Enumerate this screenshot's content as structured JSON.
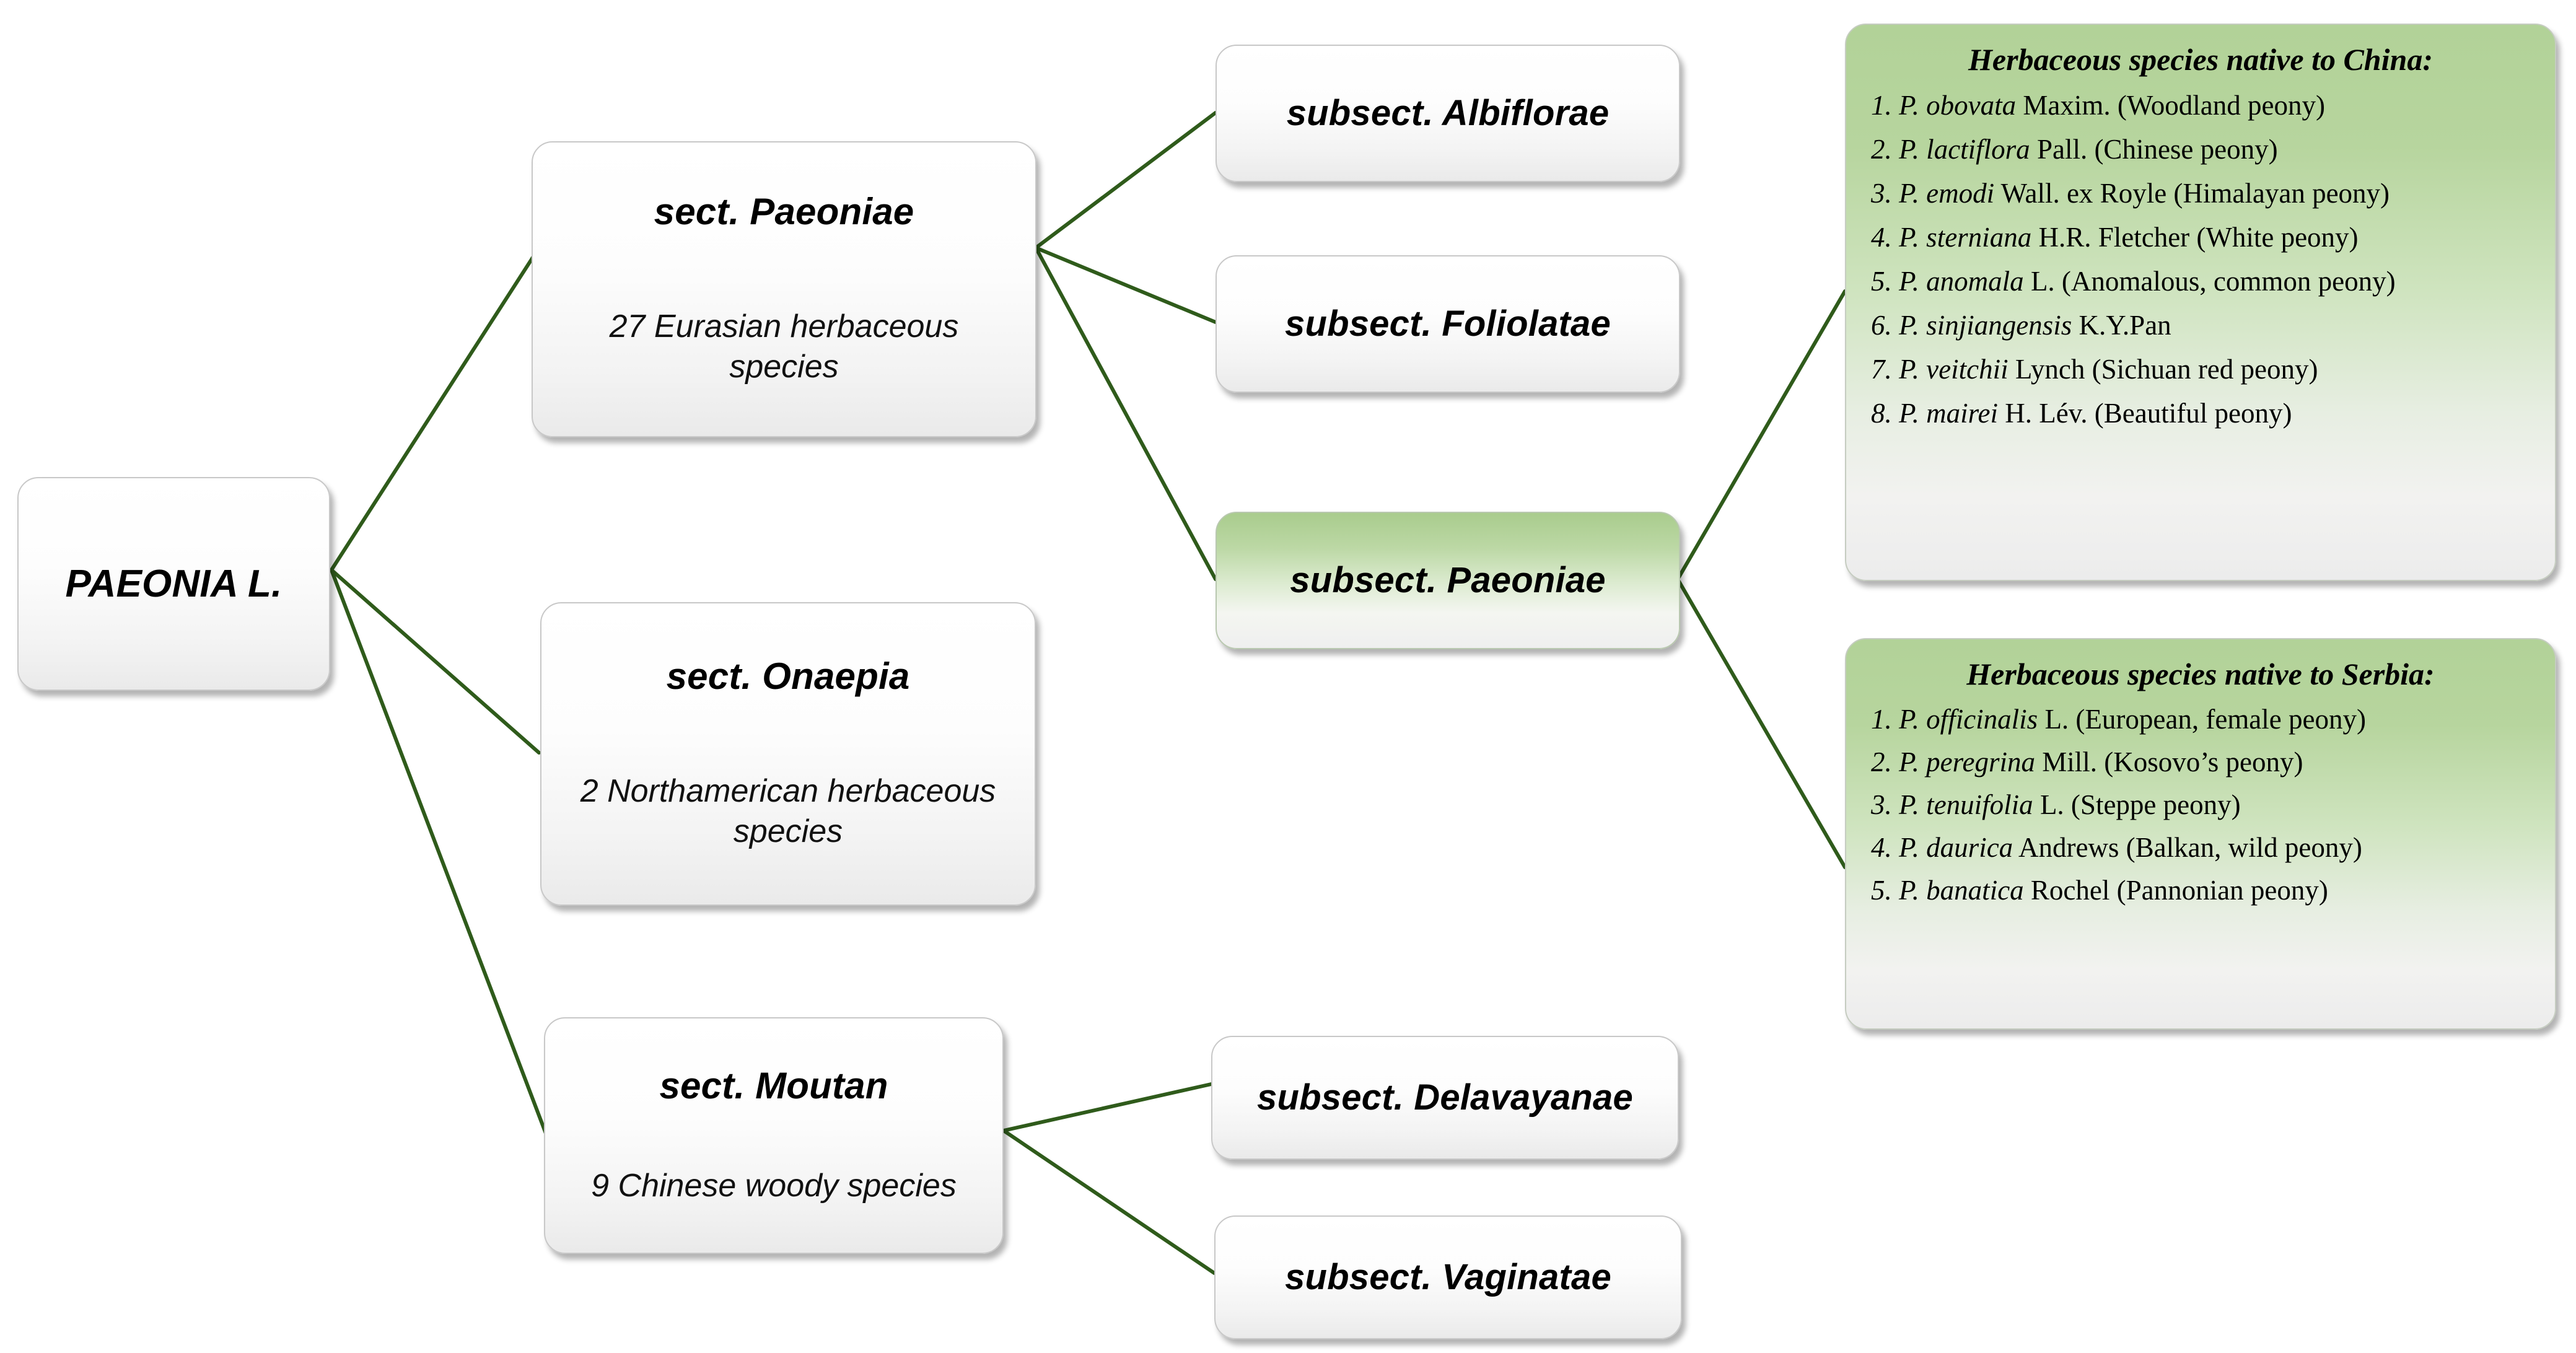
{
  "diagram": {
    "title": "Paeonia L. taxonomic classification",
    "accent_green": "#b2d298",
    "edge_color": "#2f5b1b",
    "node_border": "#c8c8c8"
  },
  "root": {
    "label": "PAEONIA L."
  },
  "sections": [
    {
      "id": "paeoniae",
      "title": "sect. Paeoniae",
      "subtitle": "27 Eurasian herbaceous species"
    },
    {
      "id": "onaepia",
      "title": "sect. Onaepia",
      "subtitle": "2 Northamerican  herbaceous species"
    },
    {
      "id": "moutan",
      "title": "sect.  Moutan",
      "subtitle": "9 Chinese woody species"
    }
  ],
  "subsections": [
    {
      "id": "albiflorae",
      "title": "subsect. Albiflorae",
      "highlighted": false
    },
    {
      "id": "foliolatae",
      "title": "subsect. Foliolatae",
      "highlighted": false
    },
    {
      "id": "paeoniae",
      "title": "subsect. Paeoniae",
      "highlighted": true
    },
    {
      "id": "delavayanae",
      "title": "subsect. Delavayanae",
      "highlighted": false
    },
    {
      "id": "vaginatae",
      "title": "subsect. Vaginatae",
      "highlighted": false
    }
  ],
  "panels": {
    "china": {
      "heading": "Herbaceous species native to China:",
      "items": [
        {
          "num": "1.",
          "species": "P. obovata",
          "authority": "Maxim. (Woodland peony)"
        },
        {
          "num": "2.",
          "species": "P. lactiflora",
          "authority": "Pall. (Chinese peony)"
        },
        {
          "num": "3.",
          "species": "P. emodi",
          "authority": "Wall. ex Royle (Himalayan peony)"
        },
        {
          "num": "4.",
          "species": "P. sterniana",
          "authority": "H.R. Fletcher (White peony)"
        },
        {
          "num": "5.",
          "species": "P. anomala",
          "authority": "L. (Anomalous, common peony)"
        },
        {
          "num": "6.",
          "species": "P. sinjiangensis",
          "authority": "K.Y.Pan"
        },
        {
          "num": "7.",
          "species": "P. veitchii",
          "authority": "Lynch (Sichuan red peony)"
        },
        {
          "num": "8.",
          "species": "P. mairei",
          "authority": "H. Lév.  (Beautiful peony)"
        }
      ]
    },
    "serbia": {
      "heading": "Herbaceous species native to Serbia:",
      "items": [
        {
          "num": "1.",
          "species": "P. officinalis",
          "authority": "L.  (European, female peony)"
        },
        {
          "num": "2.",
          "species": "P. peregrina",
          "authority": "Mill.  (Kosovo’s peony)"
        },
        {
          "num": "3.",
          "species": "P. tenuifolia",
          "authority": "L.  (Steppe peony)"
        },
        {
          "num": "4.",
          "species": "P. daurica",
          "authority": "Andrews (Balkan, wild  peony)"
        },
        {
          "num": "5.",
          "species": "P. banatica",
          "authority": "Rochel (Pannonian peony)"
        }
      ]
    }
  }
}
